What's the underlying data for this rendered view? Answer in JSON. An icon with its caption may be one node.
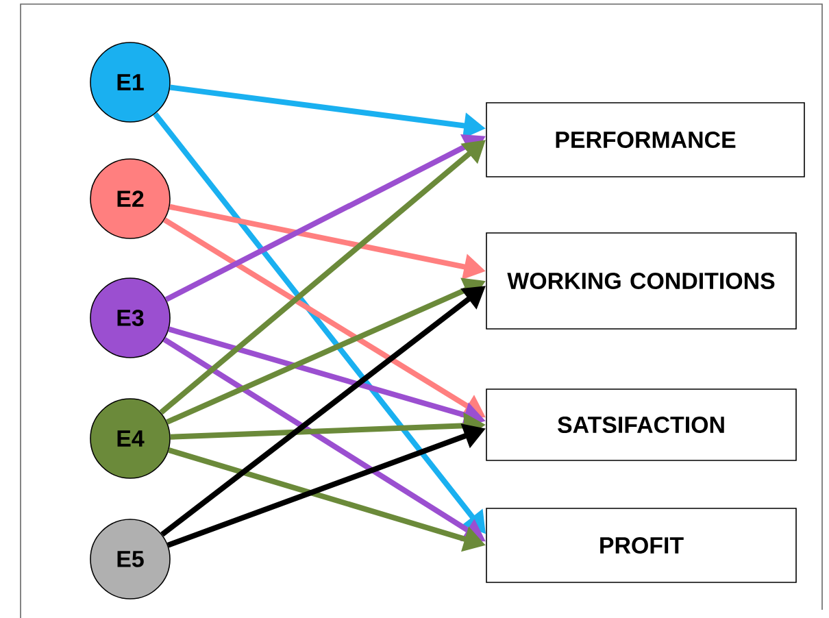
{
  "diagram": {
    "nodes": [
      {
        "text": [
          "E1"
        ]
      },
      {
        "text": [
          "E2"
        ]
      },
      {
        "text": [
          "E3"
        ]
      },
      {
        "text": [
          "E4"
        ]
      },
      {
        "text": [
          "E5"
        ]
      },
      {
        "text": [
          "PERFORMANCE"
        ]
      },
      {
        "text": [
          "WORKING CONDITIONS"
        ]
      },
      {
        "text": [
          "SATSIFACTION"
        ]
      },
      {
        "text": [
          "PROFIT"
        ]
      }
    ],
    "edges": [
      {
        "from": 0,
        "to": 5,
        "arrow": "to",
        "color": "#1ab0f0"
      },
      {
        "from": 0,
        "to": 8,
        "arrow": "to",
        "color": "#1ab0f0"
      },
      {
        "from": 1,
        "to": 6,
        "arrow": "to",
        "color": "#ff7f7f"
      },
      {
        "from": 1,
        "to": 7,
        "arrow": "to",
        "color": "#ff7f7f"
      },
      {
        "from": 2,
        "to": 5,
        "arrow": "to",
        "color": "#9b4fd0"
      },
      {
        "from": 2,
        "to": 7,
        "arrow": "to",
        "color": "#9b4fd0"
      },
      {
        "from": 2,
        "to": 8,
        "arrow": "to",
        "color": "#9b4fd0"
      },
      {
        "from": 3,
        "to": 5,
        "arrow": "to",
        "color": "#6b8a3a"
      },
      {
        "from": 3,
        "to": 6,
        "arrow": "to",
        "color": "#6b8a3a"
      },
      {
        "from": 3,
        "to": 7,
        "arrow": "to",
        "color": "#6b8a3a"
      },
      {
        "from": 3,
        "to": 8,
        "arrow": "to",
        "color": "#6b8a3a"
      },
      {
        "from": 4,
        "to": 6,
        "arrow": "to",
        "color": "#000000"
      },
      {
        "from": 4,
        "to": 7,
        "arrow": "to",
        "color": "#000000"
      }
    ]
  }
}
